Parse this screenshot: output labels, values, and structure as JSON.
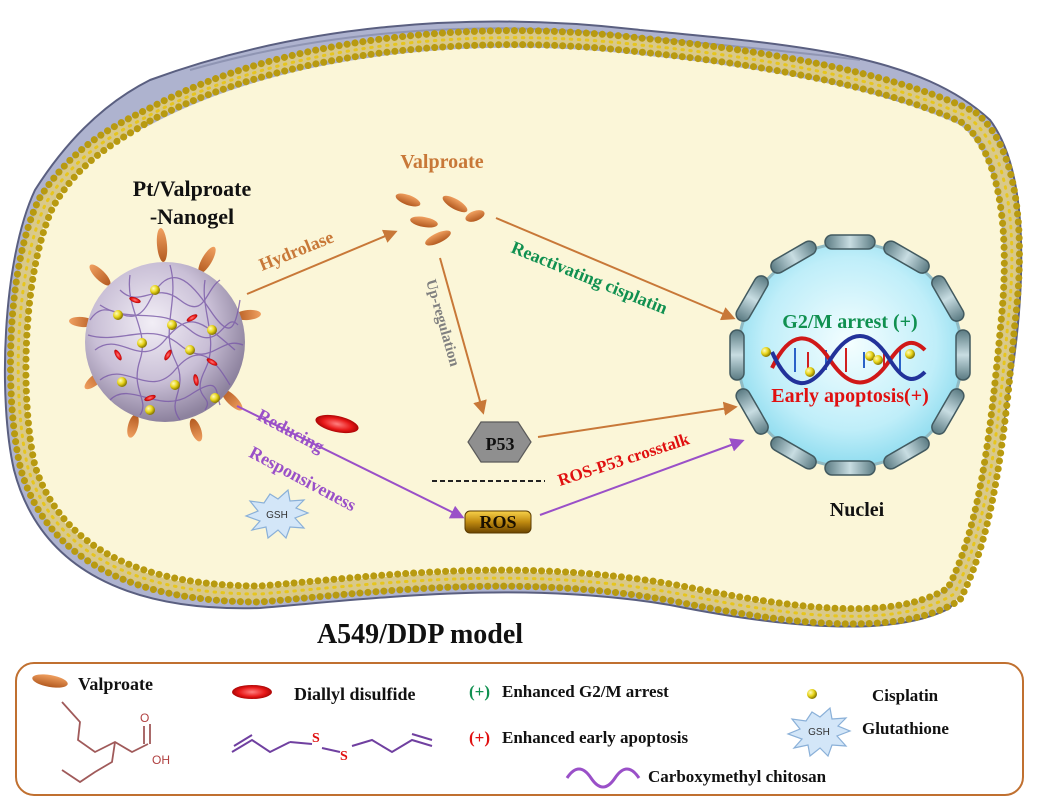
{
  "nanogel": {
    "line1": "Pt/Valproate",
    "line2": "-Nanogel"
  },
  "valproate_title": "Valproate",
  "arrows": {
    "hydrolase": "Hydrolase",
    "upregulation": "Up-regulation",
    "reactivating": "Reactivating cisplatin",
    "reducing_line1": "Reducing",
    "reducing_line2": "Responsiveness",
    "ros_p53": "ROS-P53 crosstalk"
  },
  "nodes": {
    "p53": "P53",
    "ros": "ROS",
    "gsh": "GSH"
  },
  "nucleus": {
    "g2m": "G2/M arrest (+)",
    "apoptosis": "Early apoptosis(+)",
    "label": "Nuclei"
  },
  "model_title": "A549/DDP model",
  "legend": {
    "valproate": "Valproate",
    "oh": "OH",
    "o": "O",
    "diallyl": "Diallyl disulfide",
    "s": "S",
    "plus": "(+)",
    "g2m": "Enhanced G2/M arrest",
    "apoptosis": "Enhanced early apoptosis",
    "cisplatin": "Cisplatin",
    "gsh": "GSH",
    "glutathione": "Glutathione",
    "chitosan": "Carboxymethyl chitosan"
  },
  "colors": {
    "orange": "#c87838",
    "green": "#109050",
    "red": "#e01010",
    "purple": "#9a50c8",
    "gray": "#808080",
    "cytoplasm": "#fbf6d8",
    "outer_membrane": "#aab0cc",
    "nucleus": "#bff0fa"
  }
}
